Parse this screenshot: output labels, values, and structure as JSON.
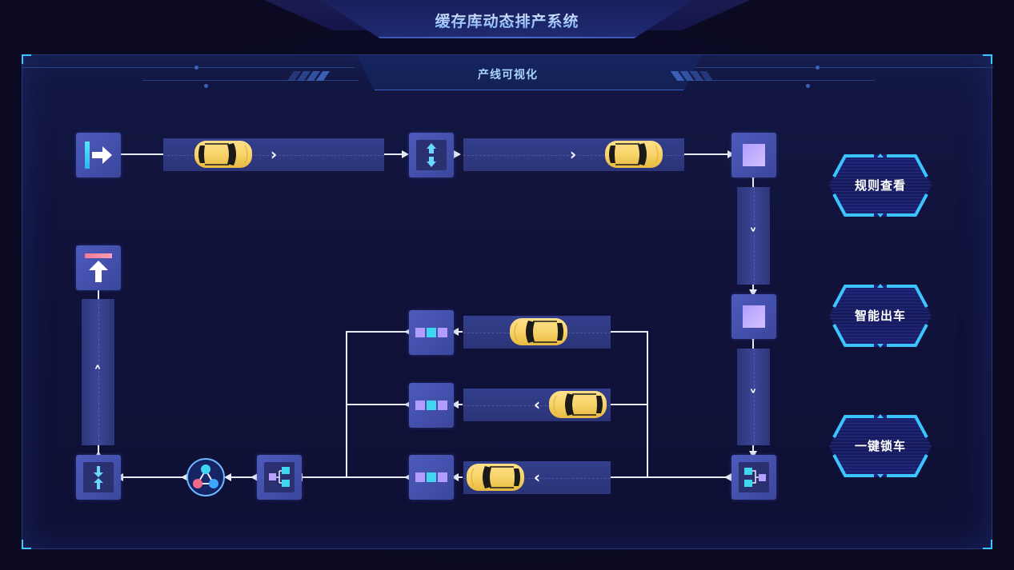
{
  "header": {
    "title": "缓存库动态排产系统"
  },
  "panel": {
    "title": "产线可视化"
  },
  "actions": [
    {
      "label": "规则查看",
      "icon": "rules-icon"
    },
    {
      "label": "智能出车",
      "icon": "dispatch-icon"
    },
    {
      "label": "一键锁车",
      "icon": "lock-icon"
    }
  ],
  "colors": {
    "background": "#0c0b22",
    "panel": "#10123a",
    "accent_cyan": "#39c7ff",
    "node": "#4d5bbd",
    "lane": "#333f8c",
    "car": "#f5d067",
    "connector": "#e8ecf6"
  },
  "flow": {
    "nodes": [
      {
        "id": "entry",
        "icon": "entry-arrow-icon"
      },
      {
        "id": "lift-1",
        "icon": "vertical-transfer-icon"
      },
      {
        "id": "station-a",
        "icon": "square-station-icon"
      },
      {
        "id": "station-b",
        "icon": "square-station-icon"
      },
      {
        "id": "splitter",
        "icon": "split-tree-icon"
      },
      {
        "id": "buffer-1",
        "icon": "queue-icon"
      },
      {
        "id": "buffer-2",
        "icon": "queue-icon"
      },
      {
        "id": "buffer-3",
        "icon": "queue-icon"
      },
      {
        "id": "merger",
        "icon": "merge-tree-icon"
      },
      {
        "id": "scheduler",
        "icon": "network-icon"
      },
      {
        "id": "lift-2",
        "icon": "compress-vertical-icon"
      },
      {
        "id": "exit",
        "icon": "exit-up-icon"
      }
    ],
    "lanes": [
      {
        "id": "top-left",
        "direction": "right",
        "cars": 1
      },
      {
        "id": "top-right",
        "direction": "right",
        "cars": 1
      },
      {
        "id": "right-upper",
        "direction": "down",
        "cars": 0
      },
      {
        "id": "right-lower",
        "direction": "down",
        "cars": 0
      },
      {
        "id": "buffer-lane-1",
        "direction": "left",
        "cars": 1
      },
      {
        "id": "buffer-lane-2",
        "direction": "left",
        "cars": 1
      },
      {
        "id": "buffer-lane-3",
        "direction": "left",
        "cars": 1
      },
      {
        "id": "left-vertical",
        "direction": "up",
        "cars": 0
      }
    ],
    "chevrons": {
      "right": "›",
      "left": "‹",
      "up": "˄",
      "down": "˅"
    }
  }
}
